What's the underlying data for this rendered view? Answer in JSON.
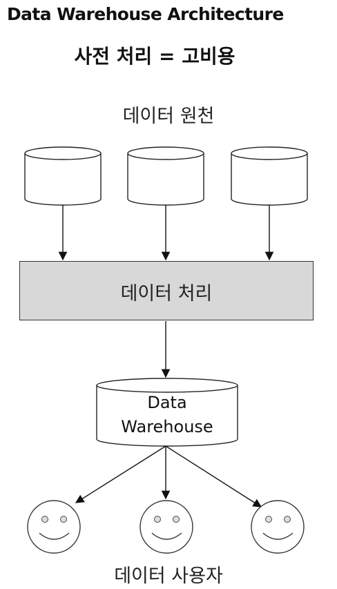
{
  "header": {
    "title": "Data Warehouse Architecture",
    "subtitle": "사전 처리 = 고비용"
  },
  "sources": {
    "label": "데이터 원천"
  },
  "processing": {
    "label": "데이터 처리"
  },
  "warehouse": {
    "line1": "Data",
    "line2": "Warehouse"
  },
  "users": {
    "label": "데이터 사용자"
  },
  "colors": {
    "processing_fill": "#d8d8d8",
    "stroke": "#222222",
    "background": "#ffffff"
  }
}
